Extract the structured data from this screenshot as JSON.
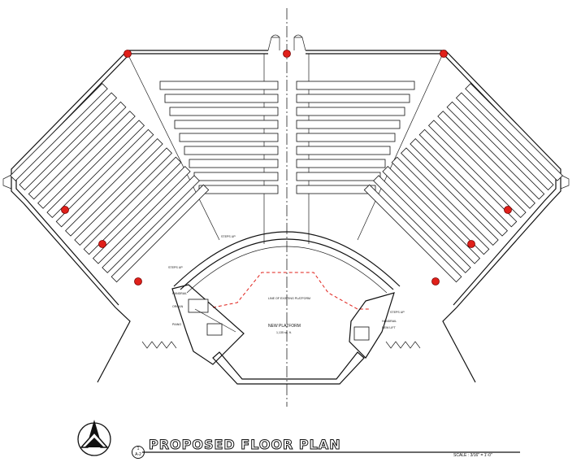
{
  "drawing": {
    "title": "PROPOSED FLOOR PLAN",
    "scale": "SCALE : 3/16\" = 1'-0\"",
    "detail_number": "1",
    "sheet": "A-2"
  },
  "labels": {
    "platform": "NEW PLATFORM",
    "platform_area": "1,135 sq. ft.",
    "existing_platform": "LINE OF EXISTING PLATFORM",
    "steps_up": "STEPS UP",
    "handrail": "HANDRAIL",
    "organ": "ORGAN",
    "piano": "PIANO",
    "new_lift": "NEW LIFT"
  },
  "colors": {
    "line": "#111111",
    "column": "#e0201a",
    "existing_platform_line": "#e0201a"
  },
  "icons": {
    "north_arrow": "north-arrow-icon"
  }
}
